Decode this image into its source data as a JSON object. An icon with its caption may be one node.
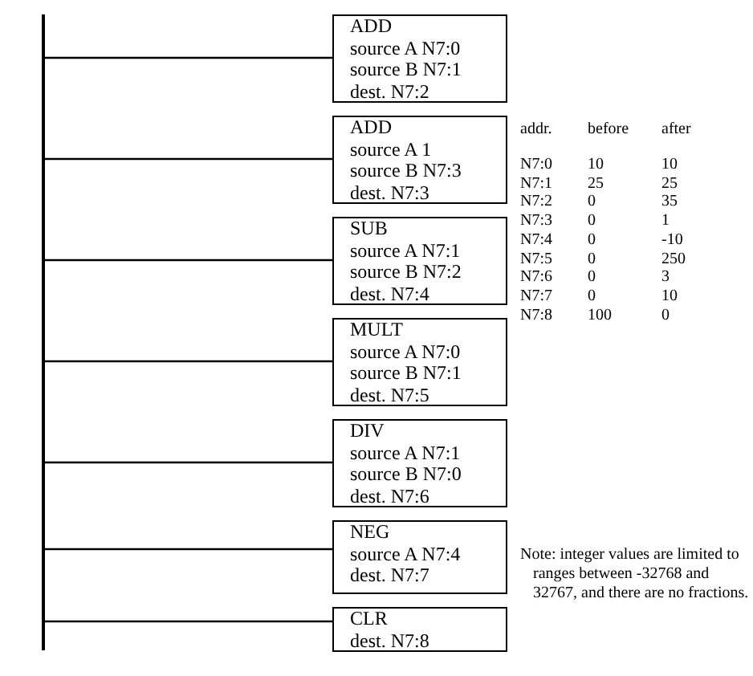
{
  "diagram": {
    "nodes": [
      {
        "text": [],
        "shape": "bar"
      },
      {
        "text": [
          "ADD",
          "source A N7:0",
          "source B N7:1",
          "dest. N7:2"
        ]
      },
      {
        "text": [
          "ADD",
          "source A 1",
          "source B N7:3",
          "dest. N7:3"
        ]
      },
      {
        "text": [
          "SUB",
          "source A N7:1",
          "source B N7:2",
          "dest. N7:4"
        ]
      },
      {
        "text": [
          "MULT",
          "source A N7:0",
          "source B N7:1",
          "dest. N7:5"
        ]
      },
      {
        "text": [
          "DIV",
          "source A N7:1",
          "source B N7:0",
          "dest. N7:6"
        ]
      },
      {
        "text": [
          "NEG",
          "source A N7:4",
          "dest. N7:7"
        ]
      },
      {
        "text": [
          "CLR",
          "dest. N7:8"
        ]
      }
    ],
    "edges": [
      {
        "from": 0,
        "to": 1,
        "arrow": "none"
      },
      {
        "from": 0,
        "to": 2,
        "arrow": "none"
      },
      {
        "from": 0,
        "to": 3,
        "arrow": "none"
      },
      {
        "from": 0,
        "to": 4,
        "arrow": "none"
      },
      {
        "from": 0,
        "to": 5,
        "arrow": "none"
      },
      {
        "from": 0,
        "to": 6,
        "arrow": "none"
      },
      {
        "from": 0,
        "to": 7,
        "arrow": "none"
      }
    ],
    "labels": [
      "addr.",
      "before",
      "after",
      "N7:0",
      "10",
      "10",
      "N7:1",
      "25",
      "25",
      "N7:2",
      "0",
      "35",
      "N7:3",
      "0",
      "1",
      "N7:4",
      "0",
      "-10",
      "N7:5",
      "0",
      "250",
      "N7:6",
      "0",
      "3",
      "N7:7",
      "0",
      "10",
      "N7:8",
      "100",
      "0",
      "Note: integer values are limited to ranges between -32768 and 32767, and there are no fractions."
    ]
  }
}
